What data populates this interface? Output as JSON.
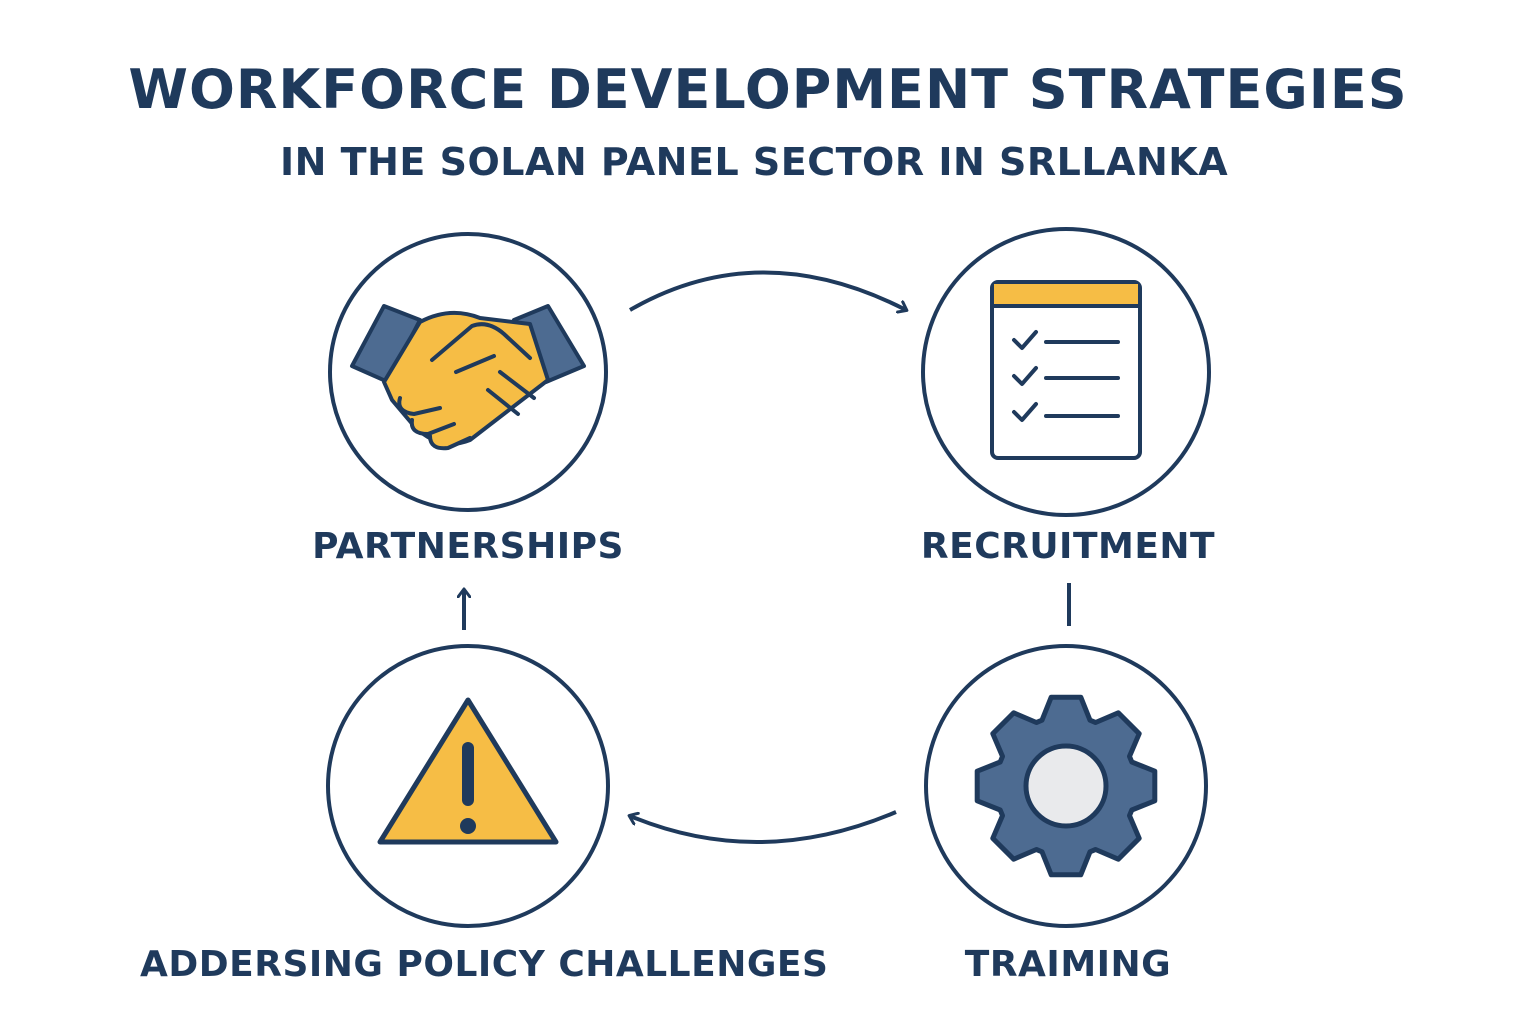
{
  "title": "WORKFORCE DEVELOPMENT STRATEGIES",
  "subtitle": "IN THE SOLAN PANEL SECTOR IN SRLLANKA",
  "nodes": [
    {
      "id": "partnerships",
      "label": "PARTNERSHIPS",
      "icon": "handshake-icon"
    },
    {
      "id": "recruitment",
      "label": "RECRUITMENT",
      "icon": "checklist-icon"
    },
    {
      "id": "training",
      "label": "TRAIMING",
      "icon": "gear-icon"
    },
    {
      "id": "policy",
      "label": "ADDERSING POLICY CHALLENGES",
      "icon": "warning-icon"
    }
  ],
  "colors": {
    "navy": "#1f3a5c",
    "accent_yellow": "#f6bd45",
    "slate_blue": "#4d6b91",
    "light_gray": "#e9eaec"
  }
}
